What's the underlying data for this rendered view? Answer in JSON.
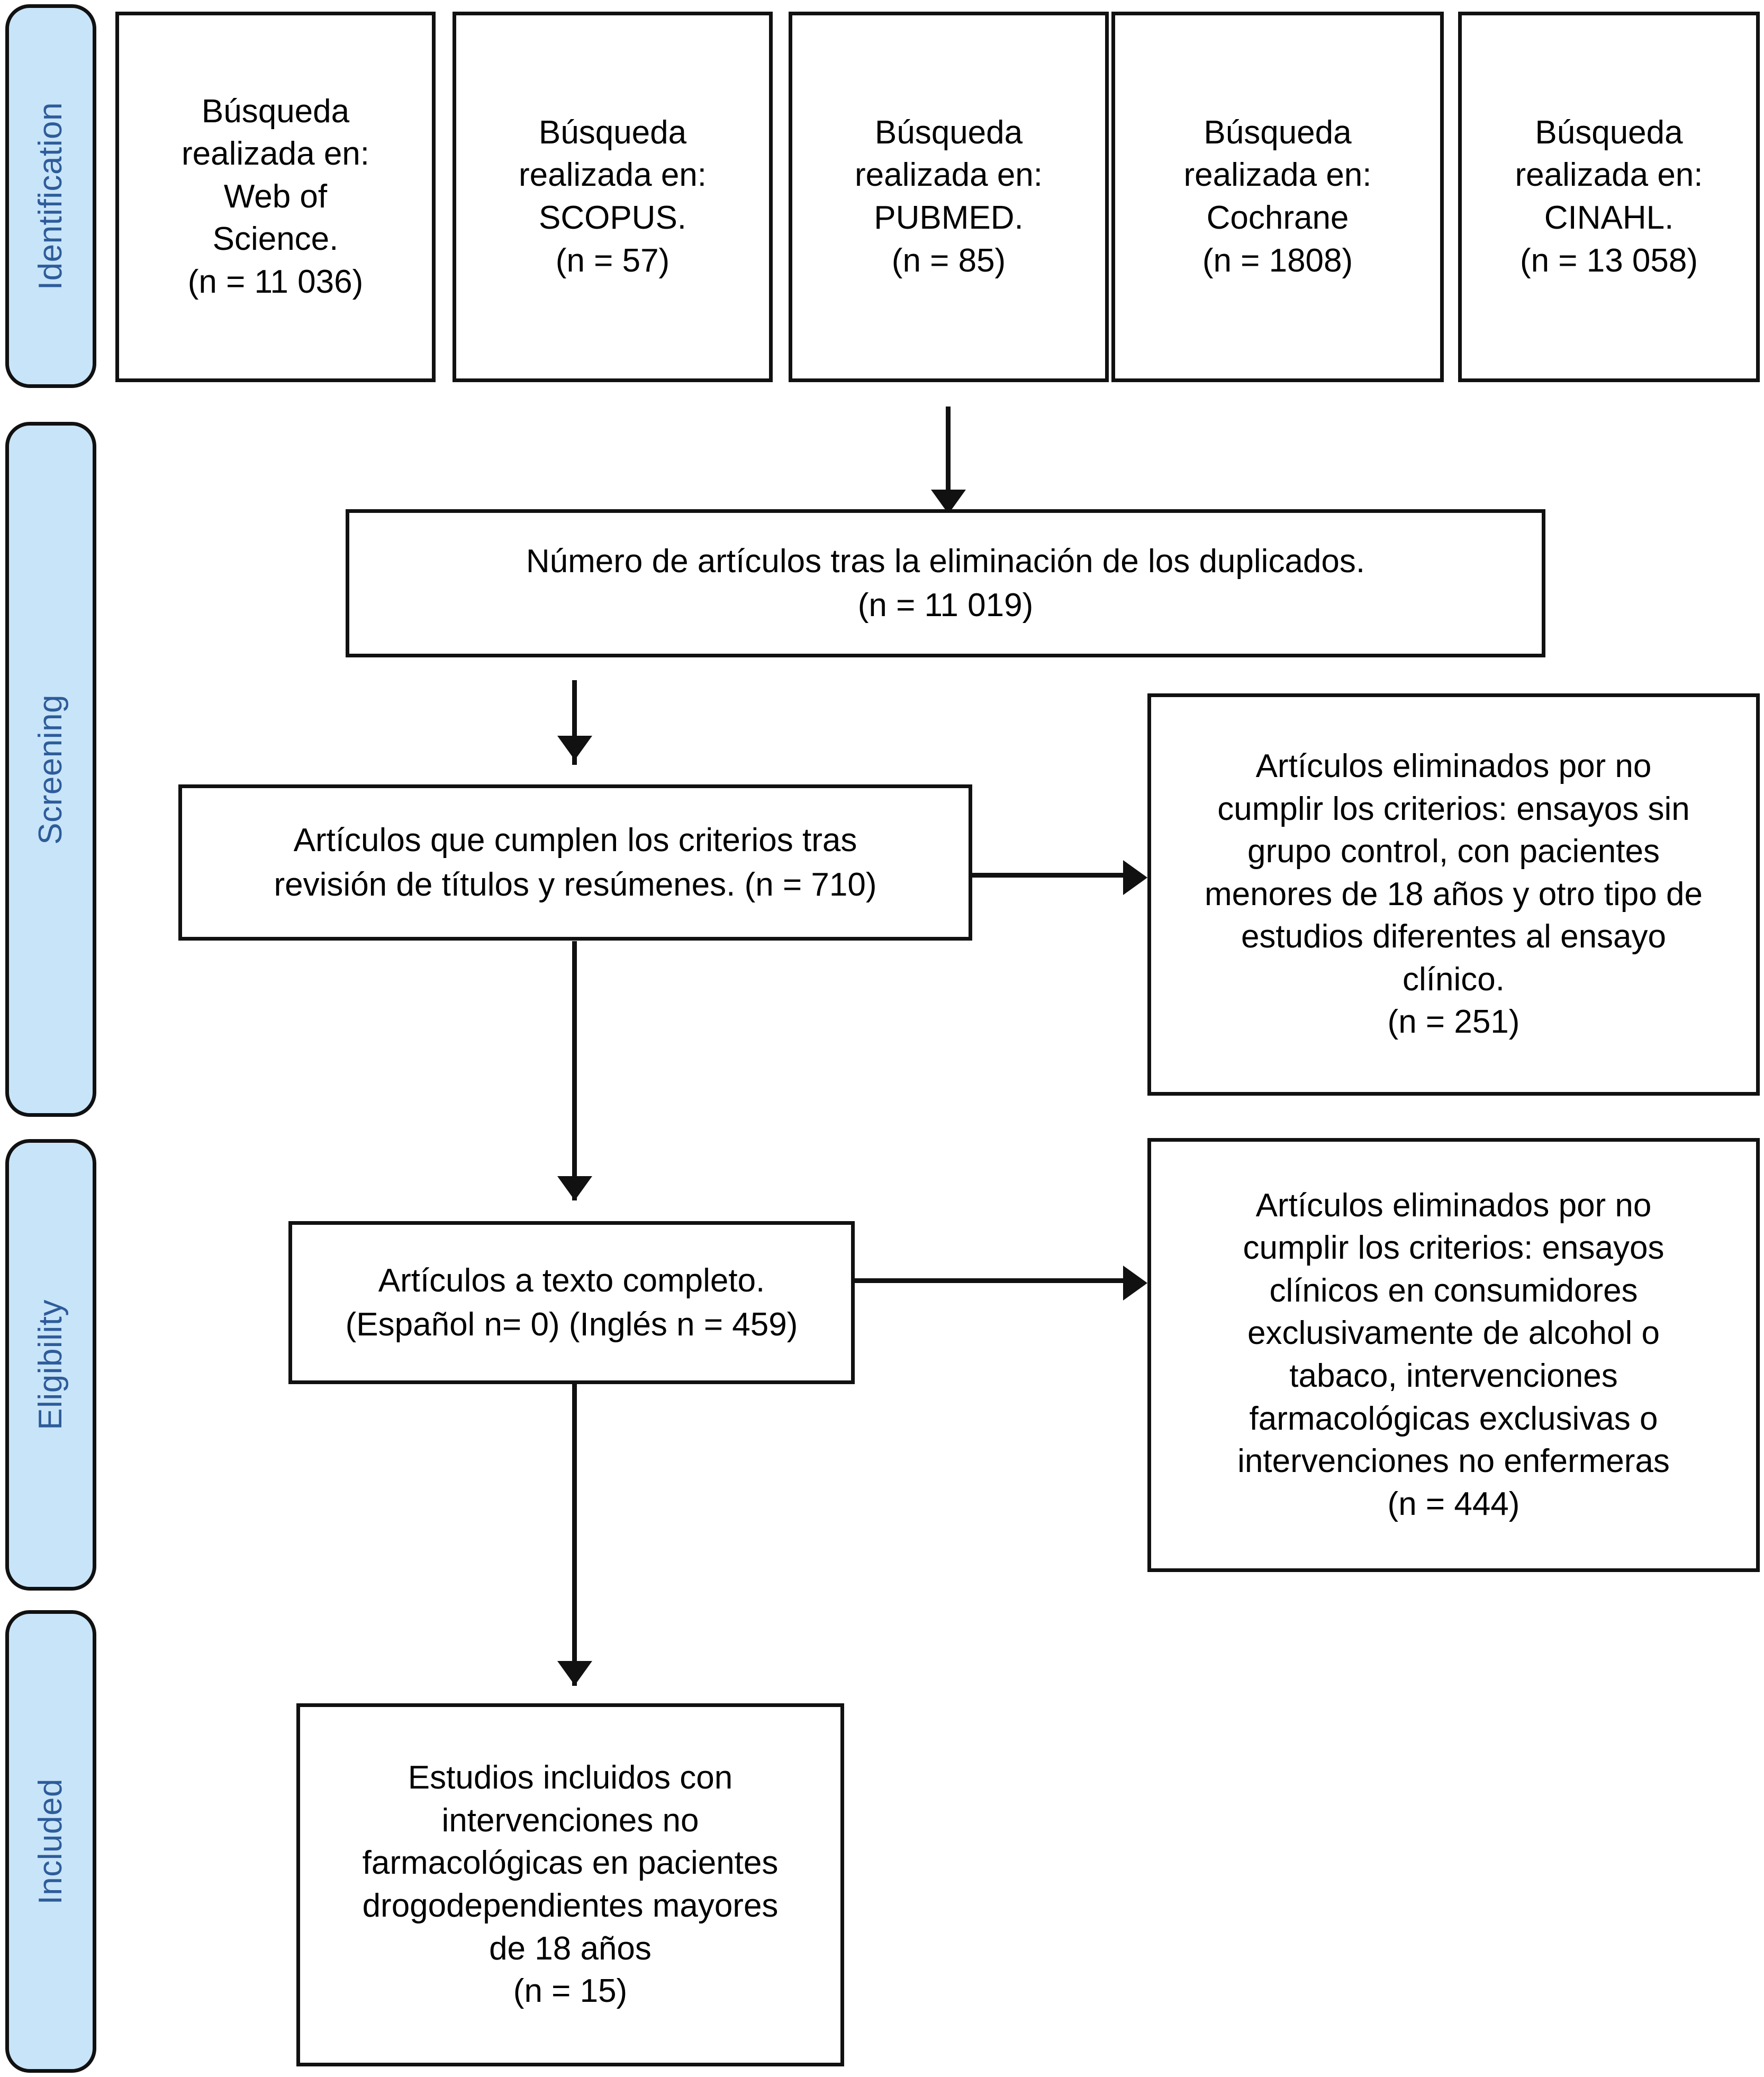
{
  "diagram": {
    "type": "prisma-flow-diagram",
    "language": "es",
    "accent_color": "#c8e4f8",
    "label_color": "#2e5c9a",
    "line_color": "#111111"
  },
  "stages": [
    {
      "id": "identification",
      "label": "Identification"
    },
    {
      "id": "screening",
      "label": "Screening"
    },
    {
      "id": "eligibility",
      "label": "Eligibility"
    },
    {
      "id": "included",
      "label": "Included"
    }
  ],
  "identification_sources": [
    {
      "id": "wos",
      "text": "Búsqueda\nrealizada en:\nWeb of\nScience.\n(n = 11 036)",
      "database": "Web of Science",
      "n": "11 036"
    },
    {
      "id": "scopus",
      "text": "Búsqueda\nrealizada en:\nSCOPUS.\n(n = 57)",
      "database": "SCOPUS",
      "n": "57"
    },
    {
      "id": "pubmed",
      "text": "Búsqueda\nrealizada en:\nPUBMED.\n(n = 85)",
      "database": "PUBMED",
      "n": "85"
    },
    {
      "id": "cochrane",
      "text": "Búsqueda\nrealizada en:\nCochrane\n(n = 1808)",
      "database": "Cochrane",
      "n": "1808"
    },
    {
      "id": "cinahl",
      "text": "Búsqueda\nrealizada en:\nCINAHL.\n(n = 13 058)",
      "database": "CINAHL",
      "n": "13 058"
    }
  ],
  "flow": {
    "duplicates_removed": {
      "text": "Número de artículos tras la eliminación de los duplicados.\n(n = 11 019)",
      "n": "11 019"
    },
    "title_abstract_screened": {
      "text": "Artículos que cumplen los criterios tras\nrevisión de títulos y resúmenes.  (n = 710)",
      "n": "710"
    },
    "full_text": {
      "text": "Artículos a texto completo.\n(Español n= 0) (Inglés n = 459)",
      "n_spanish": "0",
      "n_english": "459"
    },
    "included_studies": {
      "text": "Estudios incluidos con\nintervenciones no\nfarmacológicas en pacientes\ndrogodependientes mayores\nde 18 años\n(n = 15)",
      "n": "15"
    }
  },
  "exclusions": [
    {
      "id": "exclusion-screening",
      "text": "Artículos eliminados por no\ncumplir los criterios: ensayos sin\ngrupo control, con pacientes\nmenores de 18 años y otro tipo de\nestudios diferentes al ensayo\nclínico.\n(n = 251)",
      "n": "251"
    },
    {
      "id": "exclusion-eligibility",
      "text": "Artículos eliminados por no\ncumplir los criterios: ensayos\nclínicos en consumidores\nexclusivamente de alcohol o\ntabaco, intervenciones\nfarmacológicas exclusivas o\nintervenciones no enfermeras\n(n = 444)",
      "n": "444"
    }
  ]
}
